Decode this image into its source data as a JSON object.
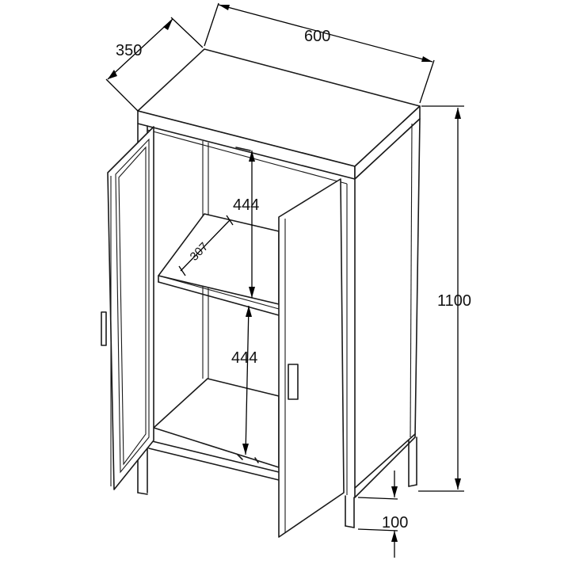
{
  "dimensions": {
    "depth": "350",
    "width": "600",
    "height": "1100",
    "shelf_upper_gap": "444",
    "shelf_lower_gap": "444",
    "shelf_depth": "307",
    "leg_height": "100"
  }
}
